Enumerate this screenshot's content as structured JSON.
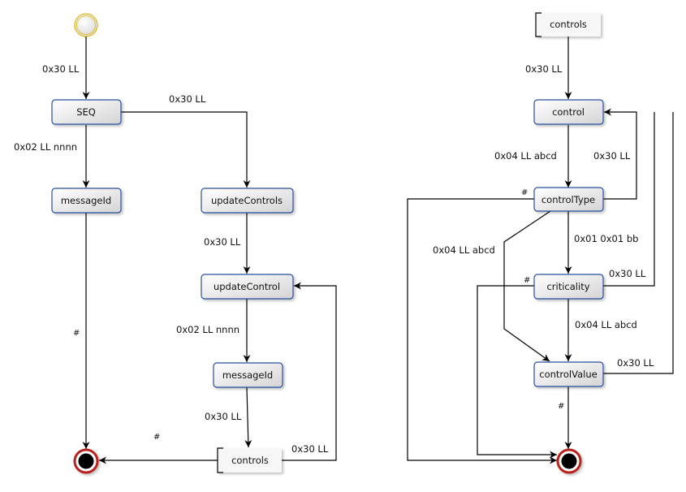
{
  "diagram": {
    "type": "state-machine",
    "left": {
      "states": {
        "seq": "SEQ",
        "message_id_1": "messageId",
        "update_controls": "updateControls",
        "update_control": "updateControl",
        "message_id_2": "messageId",
        "controls": "controls"
      },
      "transitions": {
        "start_to_seq": "0x30 LL",
        "seq_to_update_controls": "0x30 LL",
        "seq_to_message_id": "0x02 LL nnnn",
        "message_id_to_end": "#",
        "update_controls_to_update_control": "0x30 LL",
        "update_control_to_message_id": "0x02 LL nnnn",
        "message_id_to_controls": "0x30 LL",
        "controls_to_end": "#",
        "controls_to_update_control": "0x30 LL"
      }
    },
    "right": {
      "states": {
        "controls": "controls",
        "control": "control",
        "control_type": "controlType",
        "criticality": "criticality",
        "control_value": "controlValue"
      },
      "transitions": {
        "controls_to_control": "0x30 LL",
        "control_to_control_type": "0x04 LL abcd",
        "control_type_to_control": "0x30 LL",
        "control_type_to_end": "#",
        "control_type_to_criticality": "0x01 0x01 bb",
        "control_type_to_control_value": "0x04 LL abcd",
        "criticality_to_control": "0x30 LL",
        "criticality_to_end": "#",
        "criticality_to_control_value": "0x04 LL abcd",
        "control_value_to_control": "0x30 LL",
        "control_value_to_end": "#"
      }
    },
    "colors": {
      "state_border": "#2b4fa0",
      "start_ring": "#e2c23a",
      "end_ring": "#b8201d"
    }
  }
}
